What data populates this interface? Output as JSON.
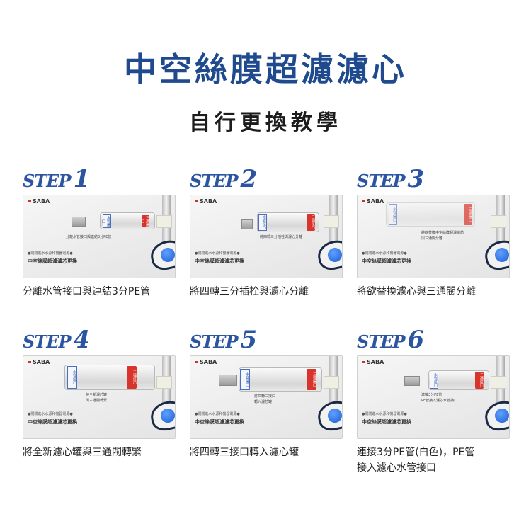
{
  "title": "中空絲膜超濾濾心",
  "subtitle": "自行更換教學",
  "step_word": "STEP",
  "brand": "SABA",
  "panel_note": "●關閉進水水源和機器電源●",
  "panel_footer": "中空絲膜超濾濾芯更換",
  "cap_blue_label": "水管接口",
  "cap_red_label": "三通接口",
  "steps": [
    {
      "num": "1",
      "callout_1": "分離水管接口與連結3分PE管",
      "callout_2": "",
      "caption_1": "分離水管接口與連結3分PE管",
      "caption_2": ""
    },
    {
      "num": "2",
      "callout_1": "將四轉三分插栓與濾心分離",
      "callout_2": "",
      "caption_1": "將四轉三分插栓與濾心分離",
      "caption_2": ""
    },
    {
      "num": "3",
      "callout_1": "將欲替換中空絲膜超濾濾芯",
      "callout_2": "與三通閥分離",
      "caption_1": "將欲替換濾心與三通閥分離",
      "caption_2": ""
    },
    {
      "num": "4",
      "callout_1": "將全新濾芯罐",
      "callout_2": "與三通閥轉緊",
      "caption_1": "將全新濾心罐與三通閥轉緊",
      "caption_2": ""
    },
    {
      "num": "5",
      "callout_1": "將四轉三接口",
      "callout_2": "轉入濾芯罐",
      "caption_1": "將四轉三接口轉入濾心罐",
      "caption_2": ""
    },
    {
      "num": "6",
      "callout_1": "連接3分PE管",
      "callout_2": "PE管接入濾芯水管接口",
      "caption_1": "連接3分PE管(白色)，PE管",
      "caption_2": "接入濾心水管接口"
    }
  ],
  "colors": {
    "title": "#1f4b8e",
    "step_label": "#2b55a0",
    "cap_red": "#d9342b",
    "valve_knob": "#1c5fd0"
  }
}
